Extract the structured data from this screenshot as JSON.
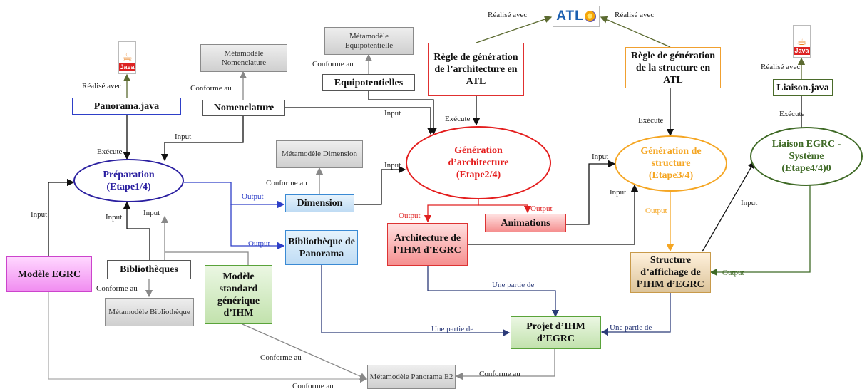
{
  "nodes": {
    "panorama_java": "Panorama.java",
    "nomenclature": "Nomenclature",
    "meta_nomenclature": "Métamodèle Nomenclature",
    "meta_equipotentielle": "Métamodèle Equipotentielle",
    "equipotentielles": "Equipotentielles",
    "regle_architecture": "Règle de génération de l’architecture en ATL",
    "regle_structure": "Règle de génération de la structure en ATL",
    "liaison_java": "Liaison.java",
    "meta_dimension": "Métamodèle Dimension",
    "dimension": "Dimension",
    "bibliotheque_panorama": "Bibliothèque de Panorama",
    "architecture_ihm": "Architecture de l’IHM d’EGRC",
    "animations": "Animations",
    "structure_affichage": "Structure d’affichage de l’IHM d’EGRC",
    "modele_egrc": "Modèle EGRC",
    "bibliotheques": "Bibliothèques",
    "meta_bibliotheque": "Métamodèle Bibliothèque",
    "modele_standard": "Modèle standard générique d’IHM",
    "projet_ihm": "Projet d’IHM d’EGRC",
    "meta_panorama": "Métamodèle Panorama E2"
  },
  "processes": {
    "preparation": "Préparation (Etape1/4)",
    "generation_architecture": "Génération d’architecture (Etape2/4)",
    "generation_structure": "Génération de structure (Etape3/4)",
    "liaison_egrc": "Liaison EGRC - Système (Etape4/4)0"
  },
  "icons": {
    "java_label": "Java",
    "atl_label": "ATL"
  },
  "edge_labels": {
    "realise_avec": "Réalisé avec",
    "conforme_au": "Conforme au",
    "input": "Input",
    "output": "Output",
    "execute": "Exécute",
    "une_partie_de": "Une partie de"
  },
  "colors": {
    "preparation": "#2a1fa0",
    "architecture": "#e41e1e",
    "structure": "#f5a623",
    "liaison": "#3f6a26",
    "meta": "#8a8a8a"
  }
}
